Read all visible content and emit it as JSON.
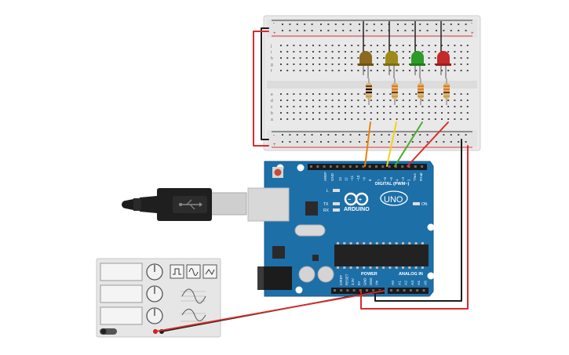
{
  "arduino": {
    "brand": "ARDUINO",
    "model": "UNO",
    "on_label": "ON",
    "digital_label": "DIGITAL (PWM~)",
    "power_label": "POWER",
    "analog_label": "ANALOG IN",
    "tx_label": "TX",
    "rx_label": "RX",
    "l_label": "L",
    "aref_label": "AREF",
    "gnd_label": "GND",
    "digital_pins": [
      "13",
      "12",
      "~11",
      "~10",
      "~9",
      "8",
      "7",
      "~6",
      "~5",
      "4",
      "~3",
      "2",
      "TX▸1",
      "RX◂0"
    ],
    "power_pins": [
      "IOREF",
      "RESET",
      "3.3V",
      "5V",
      "GND",
      "GND",
      "Vin"
    ],
    "analog_pins": [
      "A0",
      "A1",
      "A2",
      "A3",
      "A4",
      "A5"
    ]
  },
  "breadboard": {
    "row_letters_top": [
      "j",
      "i",
      "h",
      "g",
      "f"
    ],
    "row_letters_bottom": [
      "e",
      "d",
      "c",
      "b",
      "a"
    ],
    "rail_plus": "+",
    "rail_minus": "-"
  },
  "leds": [
    {
      "color": "#8b6a1f",
      "name": "led-brown"
    },
    {
      "color": "#9c8b1a",
      "name": "led-yellow"
    },
    {
      "color": "#2e9a2a",
      "name": "led-green"
    },
    {
      "color": "#c42a2a",
      "name": "led-red"
    }
  ],
  "wire_colors": {
    "orange": "#e8820e",
    "yellow": "#f2d21a",
    "green": "#4aab2c",
    "red": "#d92c2c",
    "black": "#1c1c1c"
  },
  "function_generator": {
    "waveform_buttons": [
      "square-wave",
      "triangle-wave",
      "sine-wave"
    ]
  }
}
